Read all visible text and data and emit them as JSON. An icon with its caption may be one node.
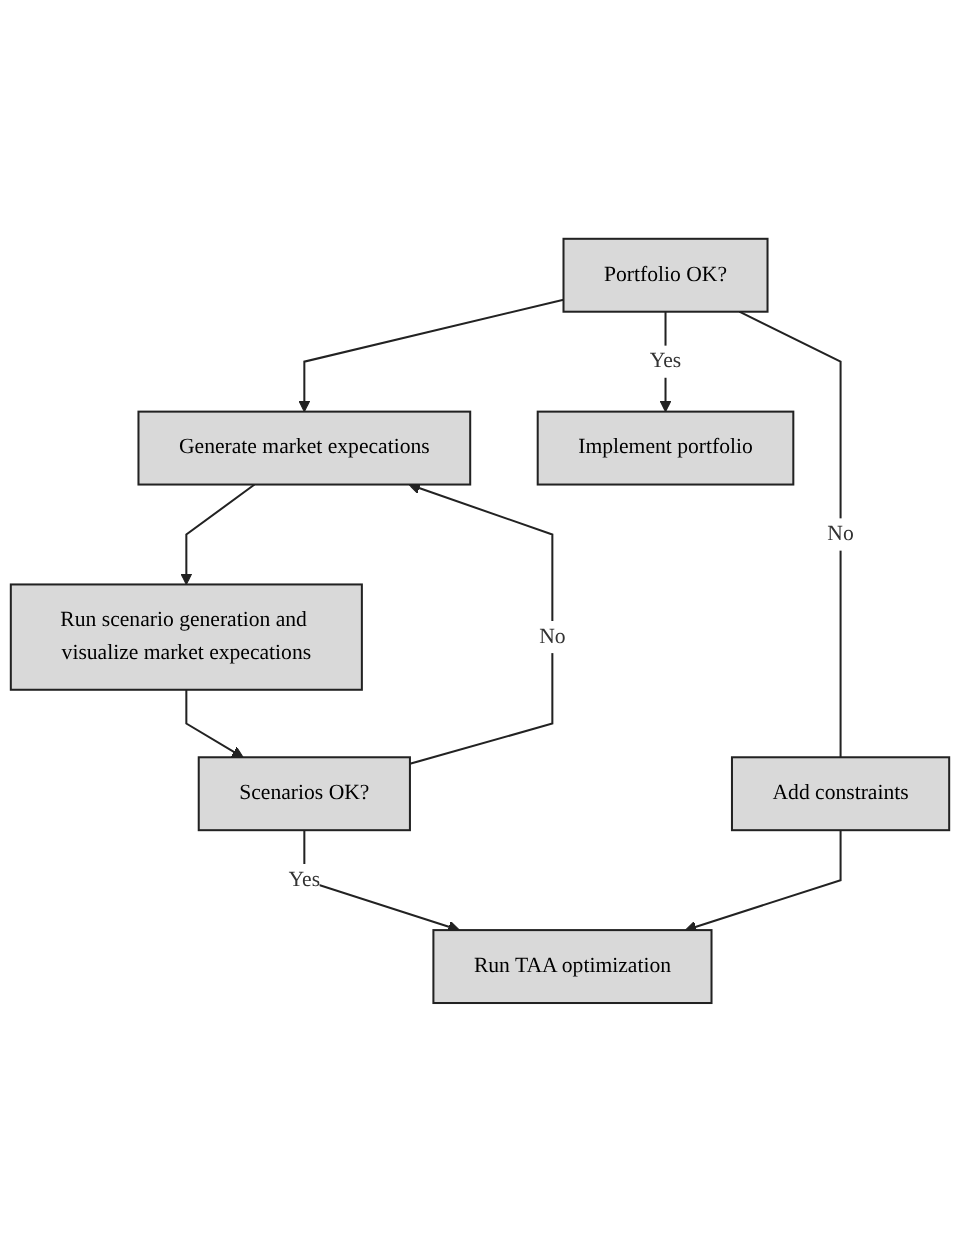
{
  "diagram": {
    "nodes": [
      {
        "text": [
          "Generate market expecations"
        ]
      },
      {
        "text": [
          "Run scenario generation and visualize market expecations"
        ]
      },
      {
        "text": [
          "Scenarios OK?"
        ]
      },
      {
        "text": [
          "Run TAA optimization"
        ]
      },
      {
        "text": [
          "Add constraints"
        ]
      },
      {
        "text": [
          "Portfolio OK?"
        ]
      },
      {
        "text": [
          "Implement portfolio"
        ]
      }
    ],
    "edges": [
      {
        "from": 0,
        "to": 1,
        "arrow": "to"
      },
      {
        "from": 1,
        "to": 2,
        "arrow": "to"
      },
      {
        "from": 2,
        "to": 0,
        "arrow": "to",
        "label": "No"
      },
      {
        "from": 2,
        "to": 3,
        "arrow": "to",
        "label": "Yes"
      },
      {
        "from": 4,
        "to": 3,
        "arrow": "to"
      },
      {
        "from": 5,
        "to": 4,
        "arrow": "none",
        "label": "No"
      },
      {
        "from": 5,
        "to": 0,
        "arrow": "to"
      },
      {
        "from": 5,
        "to": 6,
        "arrow": "to",
        "label": "Yes"
      }
    ]
  }
}
